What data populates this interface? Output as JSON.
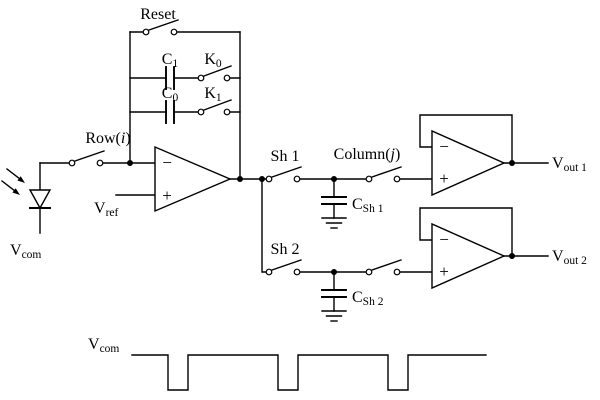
{
  "figure": {
    "kind": "circuit-schematic",
    "background": "#ffffff",
    "ink": "#000000"
  },
  "labels": {
    "reset": "Reset",
    "c1": {
      "base": "C",
      "sub": "1"
    },
    "k0": {
      "base": "K",
      "sub": "0"
    },
    "c0": {
      "base": "C",
      "sub": "0"
    },
    "k1": {
      "base": "K",
      "sub": "1"
    },
    "row": {
      "pre": "Row(",
      "var": "i",
      "post": ")"
    },
    "column": {
      "pre": "Column(",
      "var": "j",
      "post": ")"
    },
    "vref": {
      "base": "V",
      "sub": "ref"
    },
    "vcom": {
      "base": "V",
      "sub": "com"
    },
    "sh1": "Sh 1",
    "sh2": "Sh 2",
    "csh1": {
      "base": "C",
      "sub": "Sh 1"
    },
    "csh2": {
      "base": "C",
      "sub": "Sh 2"
    },
    "vout1": {
      "base": "V",
      "sub": "out 1"
    },
    "vout2": {
      "base": "V",
      "sub": "out 2"
    },
    "vcom_timing": {
      "base": "V",
      "sub": "com"
    },
    "minus": "−",
    "plus": "+"
  },
  "waveform": {
    "signal": "Vcom",
    "baseline_level": "high",
    "pulse_count": 3,
    "pulse_polarity": "negative"
  }
}
